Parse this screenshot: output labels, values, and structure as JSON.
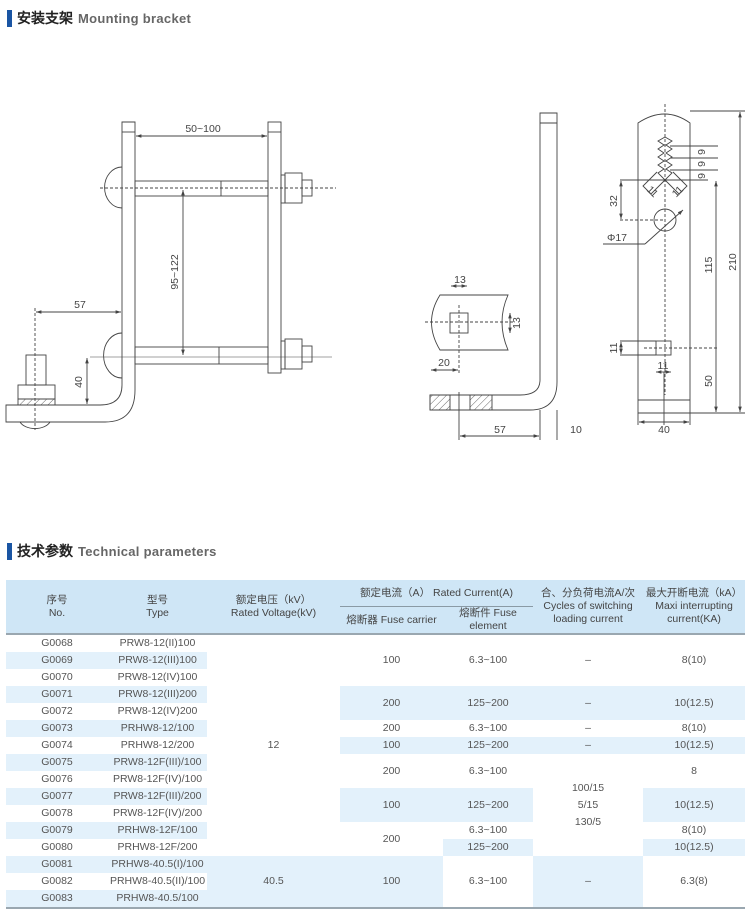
{
  "section1": {
    "title_cn": "安装支架",
    "title_en": "Mounting bracket"
  },
  "section2": {
    "title_cn": "技术参数",
    "title_en": "Technical parameters"
  },
  "drawing": {
    "left": {
      "width_range": "50~100",
      "height_range": "95~122",
      "offset": "57",
      "base_height": "40"
    },
    "middle": {
      "slot_w": "13",
      "slot_h": "13",
      "slot_offset": "20",
      "base_len": "57",
      "thickness": "10"
    },
    "right": {
      "tooth1": "9",
      "tooth2": "9",
      "tooth3": "9",
      "slot_a": "11",
      "slot_b": "11",
      "hole_offset": "32",
      "hole_dia": "Φ17",
      "len_115": "115",
      "len_210": "210",
      "slot_h": "11",
      "slot_w": "11",
      "bottom_50": "50",
      "width_40": "40"
    }
  },
  "table": {
    "headers": {
      "no_cn": "序号",
      "no_en": "No.",
      "type_cn": "型号",
      "type_en": "Type",
      "voltage_cn": "额定电压（kV）",
      "voltage_en": "Rated Voltage(kV)",
      "current_cn": "额定电流（A）",
      "current_en": "Rated Current(A)",
      "carrier": "熔断器 Fuse carrier",
      "element": "熔断件 Fuse element",
      "cycles_cn": "合、分负荷电流A/次",
      "cycles_en1": "Cycles of switching",
      "cycles_en2": "loading current",
      "maxi_cn": "最大开断电流（kA）",
      "maxi_en1": "Maxi interrupting",
      "maxi_en2": "current(KA)"
    },
    "rows": [
      {
        "no": "G0068",
        "type": "PRW8-12(II)100"
      },
      {
        "no": "G0069",
        "type": "PRW8-12(III)100"
      },
      {
        "no": "G0070",
        "type": "PRW8-12(IV)100"
      },
      {
        "no": "G0071",
        "type": "PRW8-12(III)200"
      },
      {
        "no": "G0072",
        "type": "PRW8-12(IV)200"
      },
      {
        "no": "G0073",
        "type": "PRHW8-12/100"
      },
      {
        "no": "G0074",
        "type": "PRHW8-12/200"
      },
      {
        "no": "G0075",
        "type": "PRW8-12F(III)/100"
      },
      {
        "no": "G0076",
        "type": "PRW8-12F(IV)/100"
      },
      {
        "no": "G0077",
        "type": "PRW8-12F(III)/200"
      },
      {
        "no": "G0078",
        "type": "PRW8-12F(IV)/200"
      },
      {
        "no": "G0079",
        "type": "PRHW8-12F/100"
      },
      {
        "no": "G0080",
        "type": "PRHW8-12F/200"
      },
      {
        "no": "G0081",
        "type": "PRHW8-40.5(I)/100"
      },
      {
        "no": "G0082",
        "type": "PRHW8-40.5(II)/100"
      },
      {
        "no": "G0083",
        "type": "PRHW8-40.5/100"
      }
    ],
    "voltage": [
      "12",
      "40.5"
    ],
    "groups": [
      {
        "carrier": "100",
        "element": "6.3~100",
        "cycles": "–",
        "maxi": "8(10)"
      },
      {
        "carrier": "200",
        "element": "125~200",
        "cycles": "–",
        "maxi": "10(12.5)"
      },
      {
        "carrier": "200",
        "element": "6.3~100",
        "cycles": "–",
        "maxi": "8(10)"
      },
      {
        "carrier": "100",
        "element": "125~200",
        "cycles": "–",
        "maxi": "10(12.5)"
      },
      {
        "carrier": "200",
        "element": "6.3~100",
        "maxi": "8"
      },
      {
        "carrier": "100",
        "element": "125~200",
        "maxi": "10(12.5)"
      },
      {
        "carrier": "200",
        "element": "6.3~100",
        "maxi": "8(10)"
      },
      {
        "element": "125~200",
        "maxi": "10(12.5)"
      },
      {
        "carrier": "100",
        "element": "6.3~100",
        "cycles": "–",
        "maxi": "6.3(8)"
      }
    ],
    "cycles_merged": [
      "100/15",
      "5/15",
      "130/5"
    ]
  }
}
